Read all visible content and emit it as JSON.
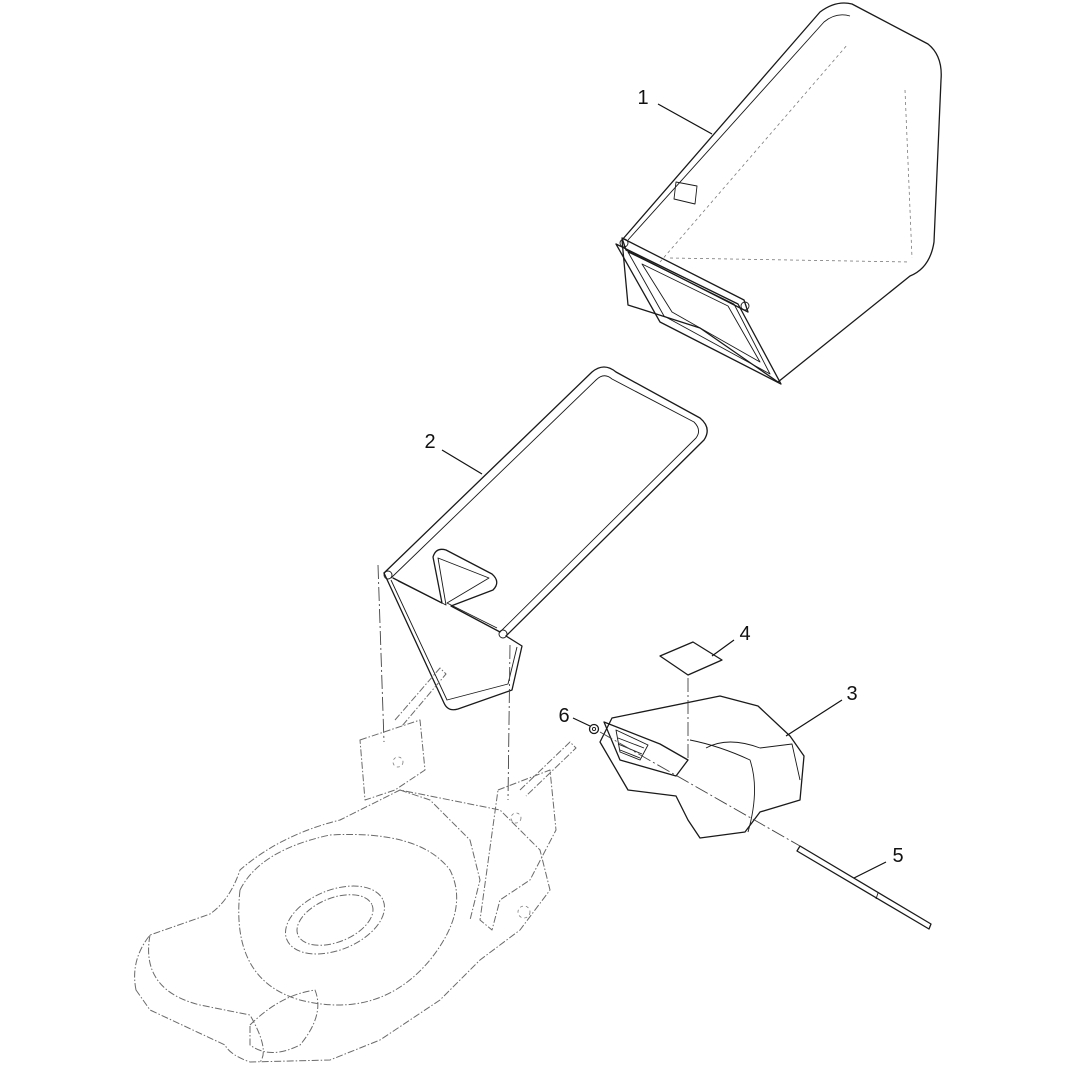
{
  "diagram": {
    "callouts": [
      {
        "number": "1"
      },
      {
        "number": "2"
      },
      {
        "number": "3"
      },
      {
        "number": "4"
      },
      {
        "number": "5"
      },
      {
        "number": "6"
      }
    ]
  }
}
